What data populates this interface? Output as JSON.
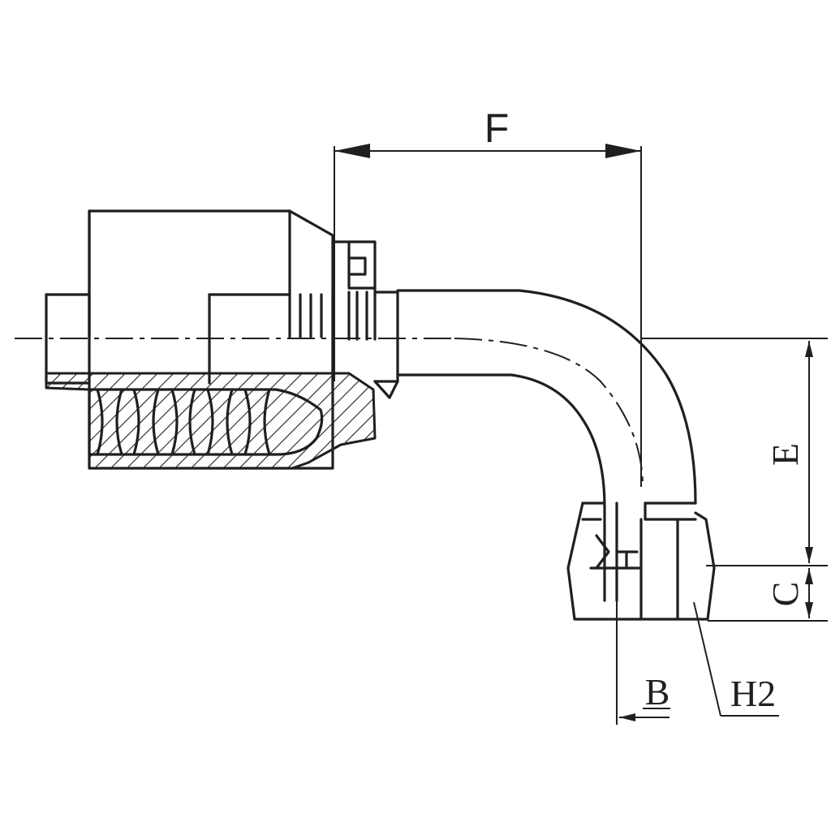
{
  "dimensions": {
    "F": "F",
    "E": "E",
    "C": "C",
    "B": "B",
    "H2": "H2"
  },
  "colors": {
    "line": "#1f1f1f",
    "background": "#ffffff"
  }
}
